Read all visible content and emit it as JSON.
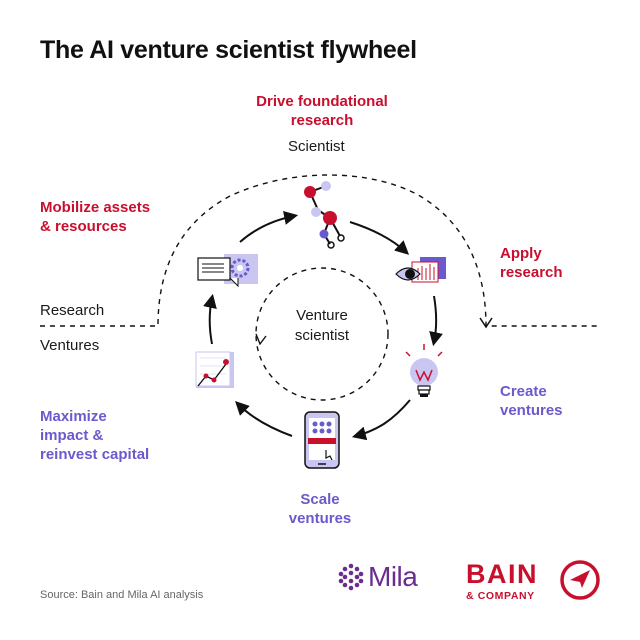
{
  "title": "The AI venture scientist flywheel",
  "steps": {
    "drive": [
      "Drive foundational",
      "research"
    ],
    "apply": [
      "Apply",
      "research"
    ],
    "create": [
      "Create",
      "ventures"
    ],
    "scale": [
      "Scale",
      "ventures"
    ],
    "maximize": [
      "Maximize",
      "impact &",
      "reinvest capital"
    ],
    "mobilize": [
      "Mobilize assets",
      "& resources"
    ]
  },
  "labels": {
    "scientist": "Scientist",
    "research": "Research",
    "ventures": "Ventures",
    "center": [
      "Venture",
      "scientist"
    ]
  },
  "source": "Source: Bain and Mila AI analysis",
  "logos": {
    "mila": "Mila",
    "bain_name": "BAIN",
    "bain_sub": "& COMPANY"
  },
  "colors": {
    "red": "#c8102e",
    "purple": "#6a5acd",
    "lavender": "#c9c6f2",
    "dark": "#111111"
  },
  "icons": [
    "molecule-icon",
    "eye-screen-icon",
    "lightbulb-icon",
    "phone-app-icon",
    "growth-chart-icon",
    "documents-gear-icon"
  ]
}
